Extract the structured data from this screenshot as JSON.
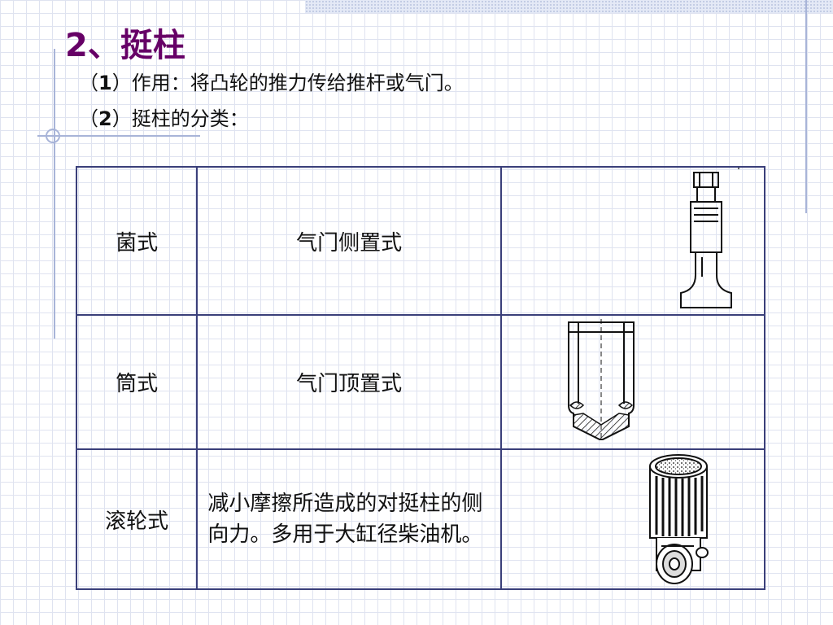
{
  "title": "2、挺柱",
  "items": [
    {
      "num": "1",
      "text": "作用：将凸轮的推力传给推杆或气门。"
    },
    {
      "num": "2",
      "text": "挺柱的分类："
    }
  ],
  "table": {
    "rows": [
      {
        "type": "菌式",
        "description": "气门侧置式",
        "illustration": "mushroom-tappet-drawing"
      },
      {
        "type": "筒式",
        "description": "气门顶置式",
        "illustration": "barrel-tappet-drawing"
      },
      {
        "type": "滚轮式",
        "description": "减小摩擦所造成的对挺柱的侧向力。多用于大缸径柴油机。",
        "illustration": "roller-tappet-drawing"
      }
    ]
  }
}
